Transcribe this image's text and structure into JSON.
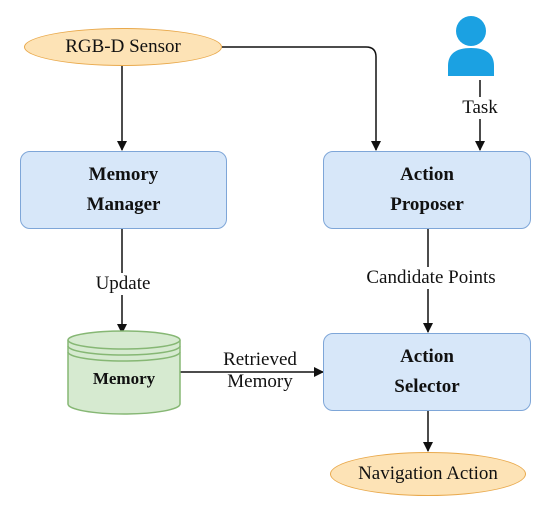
{
  "nodes": {
    "sensor": "RGB-D Sensor",
    "memory_manager": [
      "Memory",
      "Manager"
    ],
    "action_proposer": [
      "Action",
      "Proposer"
    ],
    "memory_db": "Memory",
    "action_selector": [
      "Action",
      "Selector"
    ],
    "navigation_action": "Navigation Action"
  },
  "edges": {
    "task": "Task",
    "update": "Update",
    "candidate_points": "Candidate Points",
    "retrieved_memory": [
      "Retrieved",
      "Memory"
    ]
  },
  "colors": {
    "ellipse_fill": "#fde3b6",
    "ellipse_stroke": "#e9a94c",
    "box_fill": "#d7e7f9",
    "box_stroke": "#7ea6d8",
    "db_fill": "#d6ead0",
    "db_stroke": "#86b774",
    "user_icon": "#1ba1e2",
    "arrow": "#111111"
  },
  "icons": {
    "user": "user-icon"
  }
}
